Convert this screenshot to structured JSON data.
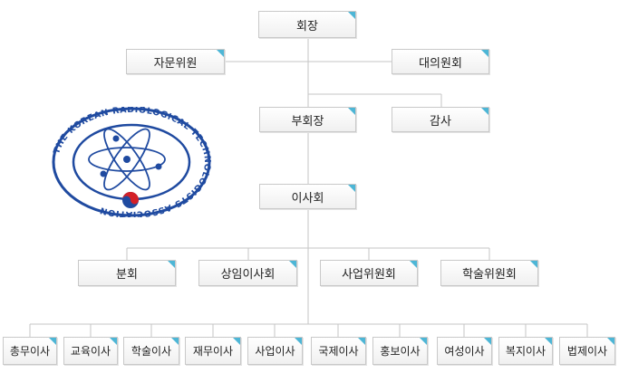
{
  "top": {
    "president": "회장"
  },
  "second_row": {
    "advisory": "자문위원",
    "representative": "대의원회"
  },
  "third_row": {
    "vice_president": "부회장",
    "auditor": "감사"
  },
  "board": {
    "label": "이사회"
  },
  "divisions": [
    "분회",
    "상임이사회",
    "사업위원회",
    "학술위원회"
  ],
  "directors": [
    "총무이사",
    "교육이사",
    "학술이사",
    "재무이사",
    "사업이사",
    "국제이사",
    "홍보이사",
    "여성이사",
    "복지이사",
    "법제이사"
  ],
  "logo": {
    "text": "THE KOREAN RADIOLOGICAL TECHNOLOGISTS ASSOCIATION",
    "ring_color": "#1f4aa0",
    "center_red": "#d42027",
    "center_blue": "#1f4aa0"
  },
  "colors": {
    "line": "#c6c6c6",
    "corner_accent": "#4db6d6"
  }
}
